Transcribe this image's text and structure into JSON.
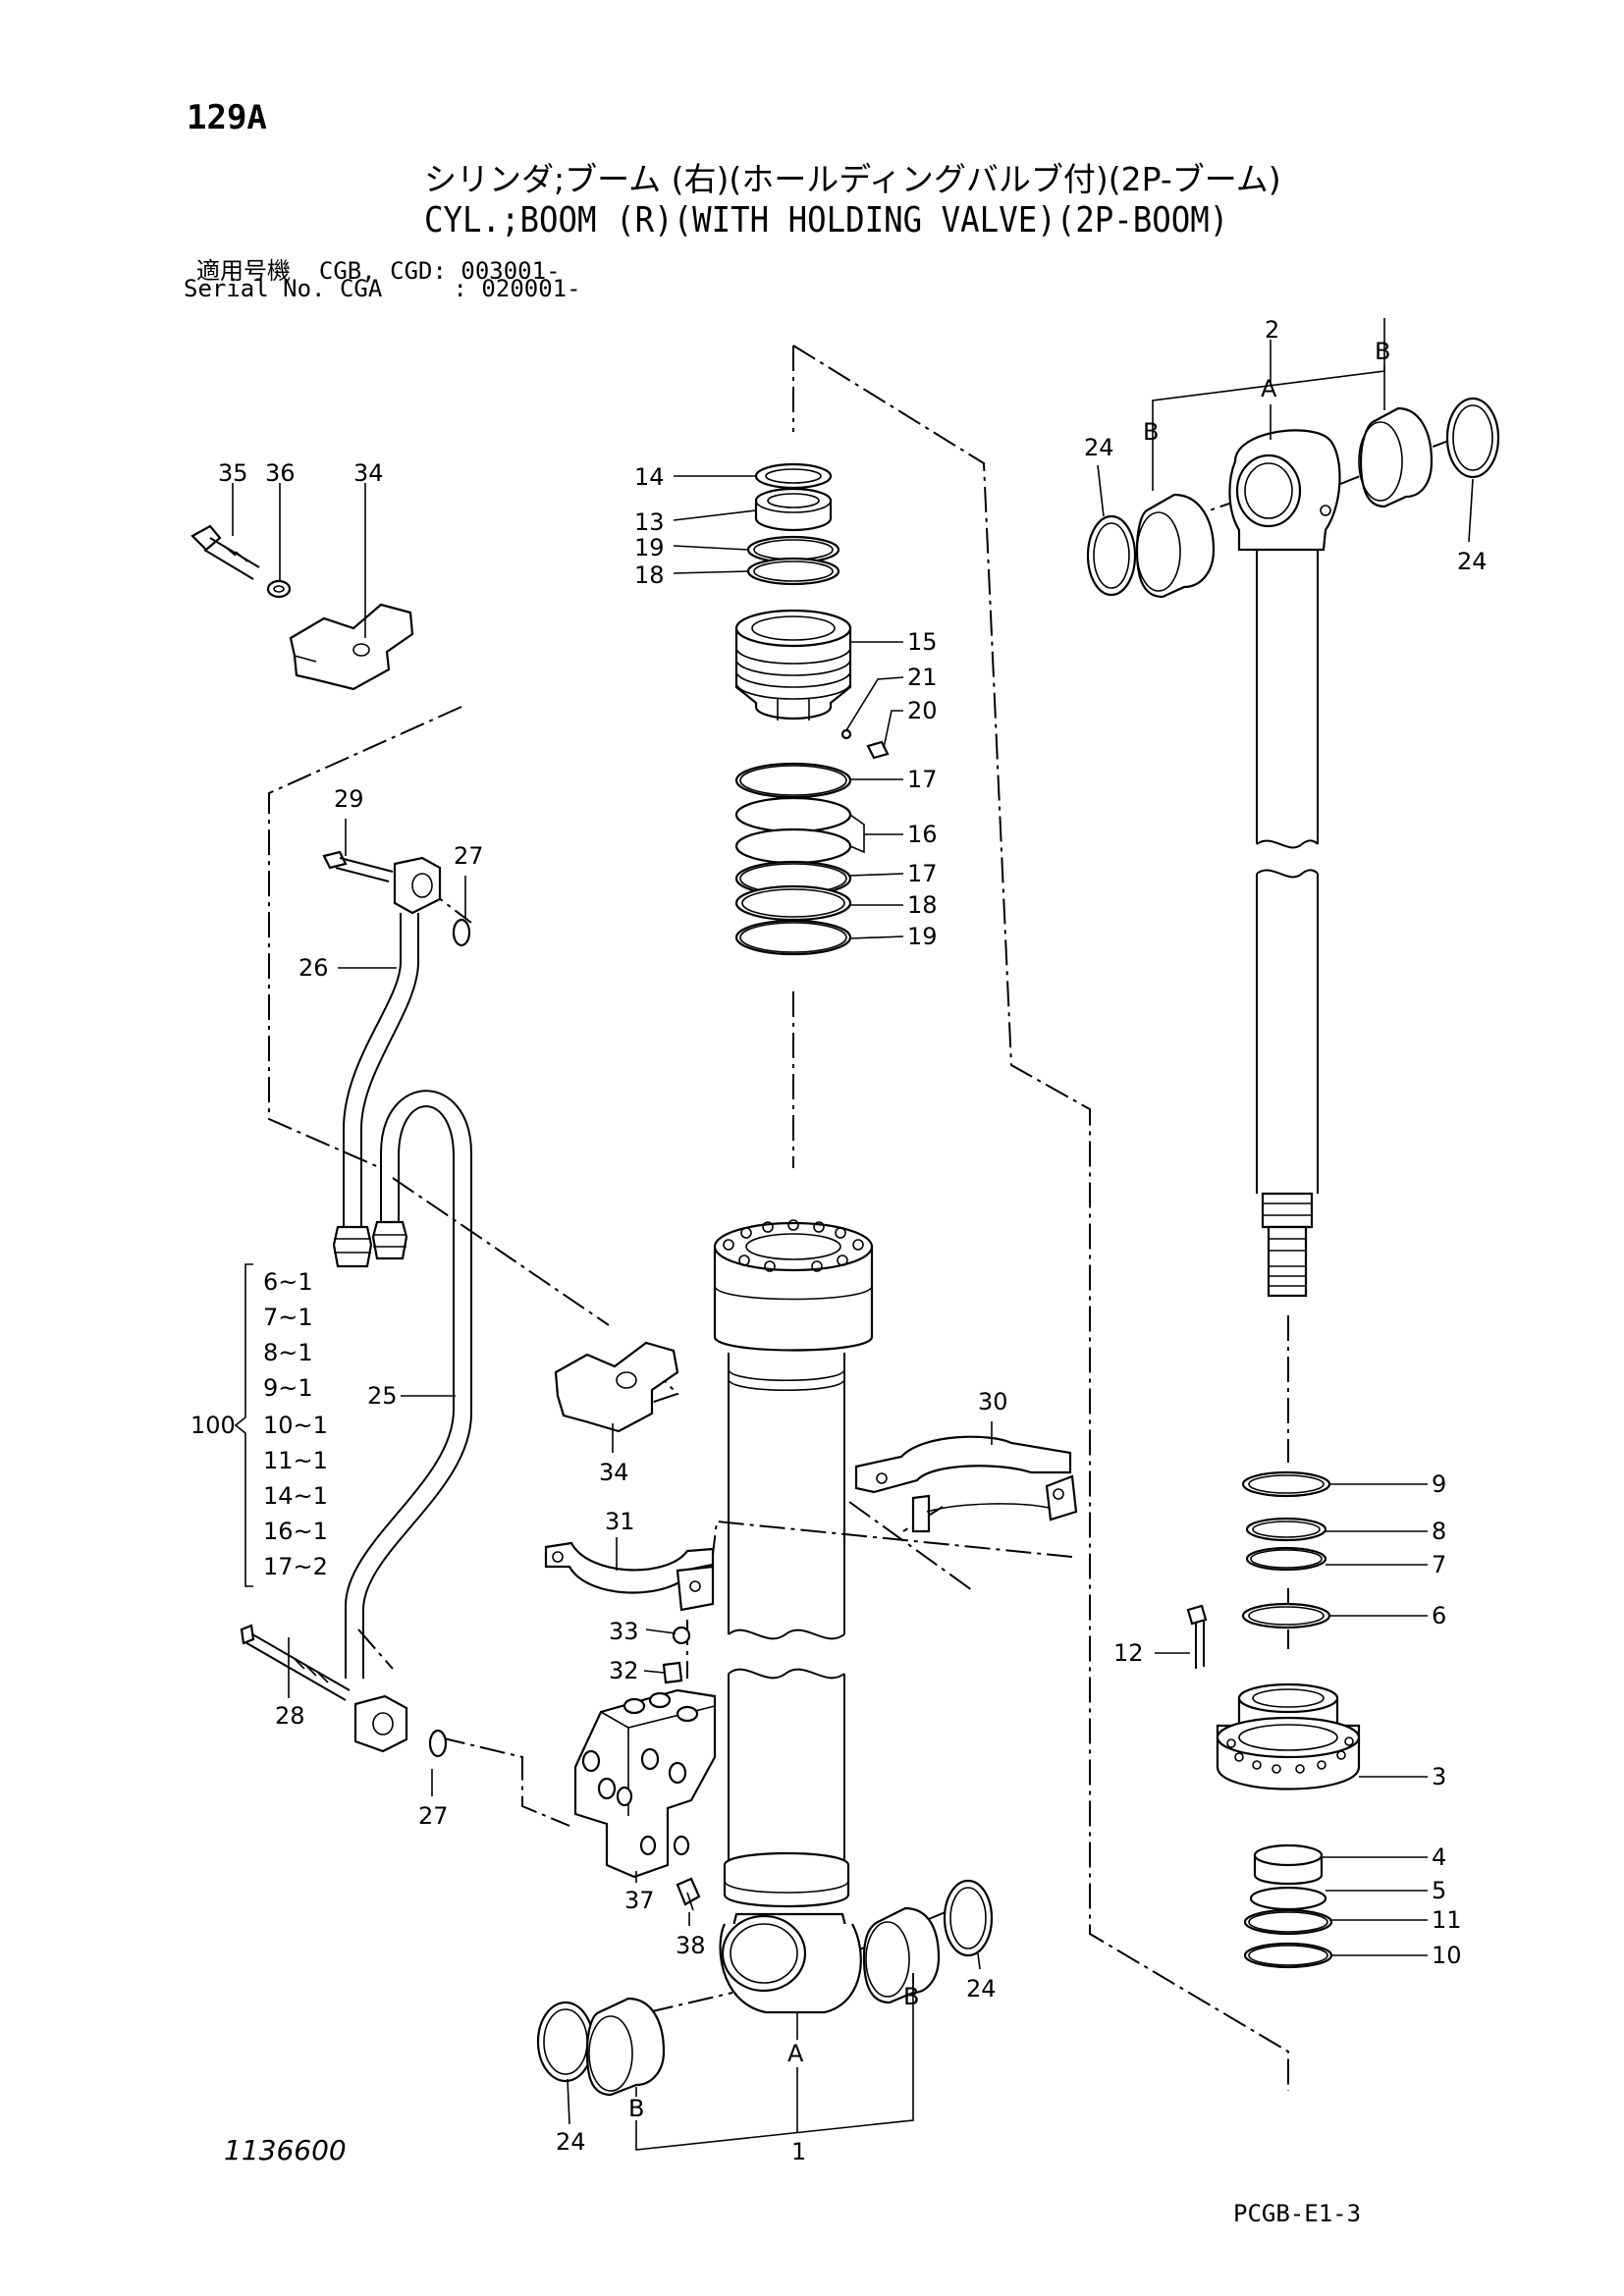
{
  "header": {
    "page_number": "129A",
    "title_jp": "シリンダ;ブーム (右)(ホールディングバルブ付)(2P-ブーム)",
    "title_en": "CYL.;BOOM (R)(WITH HOLDING VALVE)(2P-BOOM)",
    "serial_line_1": "適用号機  CGB, CGD: 003001-",
    "serial_line_2": "Serial No. CGA     : 020001-"
  },
  "footer": {
    "drawing_number": "1136600",
    "page_code": "PCGB-E1-3"
  },
  "callouts": {
    "c35": "35",
    "c36": "36",
    "c34a": "34",
    "c14": "14",
    "c13": "13",
    "c19a": "19",
    "c18a": "18",
    "c15": "15",
    "c21": "21",
    "c20": "20",
    "c17a": "17",
    "c16": "16",
    "c17b": "17",
    "c18b": "18",
    "c19b": "19",
    "c29": "29",
    "c27a": "27",
    "c26": "26",
    "c25": "25",
    "c34b": "34",
    "c30": "30",
    "c31": "31",
    "c33": "33",
    "c32": "32",
    "c28": "28",
    "c27b": "27",
    "c37": "37",
    "c38": "38",
    "c24a": "24",
    "c24b": "24",
    "c24c": "24",
    "c24d": "24",
    "c2": "2",
    "cA_top": "A",
    "cB_top1": "B",
    "cB_top2": "B",
    "c9": "9",
    "c8": "8",
    "c7": "7",
    "c6": "6",
    "c12": "12",
    "c3": "3",
    "c4": "4",
    "c5": "5",
    "c11": "11",
    "c10": "10",
    "cA_bot": "A",
    "cB_bot1": "B",
    "cB_bot2": "B",
    "c1": "1"
  },
  "kit": {
    "label": "100",
    "items": [
      "6~1",
      "7~1",
      "8~1",
      "9~1",
      "10~1",
      "11~1",
      "14~1",
      "16~1",
      "17~2"
    ]
  }
}
